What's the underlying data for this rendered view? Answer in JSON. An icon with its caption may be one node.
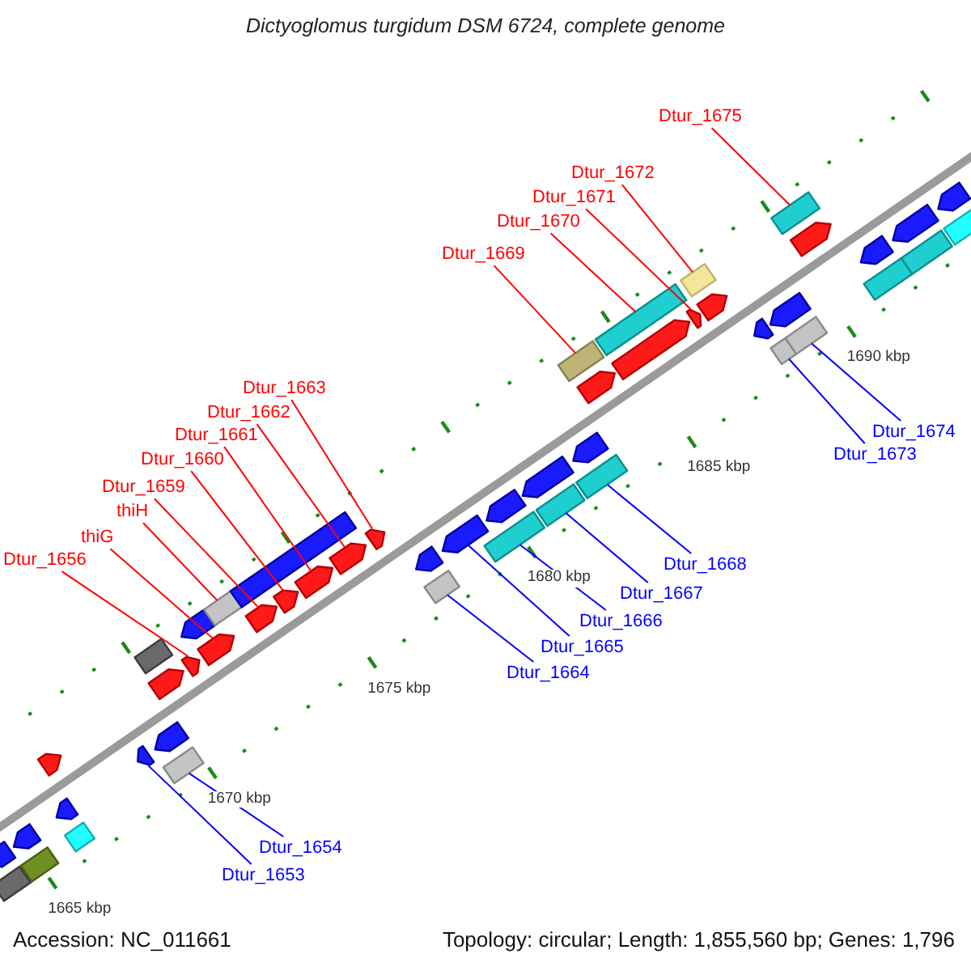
{
  "diagram": {
    "title": "Dictyoglomus turgidum DSM 6724, complete genome",
    "nodes": [
      {
        "text": [
          "Dtur_1675"
        ]
      },
      {
        "text": [
          "Dtur_1672"
        ]
      },
      {
        "text": [
          "Dtur_1671"
        ]
      },
      {
        "text": [
          "Dtur_1670"
        ]
      },
      {
        "text": [
          "Dtur_1669"
        ]
      },
      {
        "text": [
          "Dtur_1663"
        ]
      },
      {
        "text": [
          "Dtur_1662"
        ]
      },
      {
        "text": [
          "Dtur_1674"
        ]
      },
      {
        "text": [
          "Dtur_1661"
        ]
      },
      {
        "text": [
          "Dtur_1673"
        ]
      },
      {
        "text": [
          "Dtur_1660"
        ]
      },
      {
        "text": [
          "Dtur_1659"
        ]
      },
      {
        "text": [
          "thiH"
        ]
      },
      {
        "text": [
          "thiG"
        ]
      },
      {
        "text": [
          "Dtur_1656"
        ]
      },
      {
        "text": [
          "Dtur_1668"
        ]
      },
      {
        "text": [
          "Dtur_1667"
        ]
      },
      {
        "text": [
          "Dtur_1666"
        ]
      },
      {
        "text": [
          "Dtur_1665"
        ]
      },
      {
        "text": [
          "Dtur_1664"
        ]
      },
      {
        "text": [
          "Dtur_1654"
        ]
      },
      {
        "text": [
          "Dtur_1653"
        ]
      },
      {
        "text": [],
        "shape": "box"
      },
      {
        "text": [],
        "shape": "arrow"
      },
      {
        "text": [],
        "shape": "box"
      },
      {
        "text": [],
        "shape": "arrow"
      },
      {
        "text": [],
        "shape": "box"
      },
      {
        "text": [],
        "shape": "arrow"
      },
      {
        "text": [],
        "shape": "arrow"
      },
      {
        "text": [],
        "shape": "arrow"
      },
      {
        "text": [],
        "shape": "box"
      },
      {
        "text": [],
        "shape": "arrow"
      },
      {
        "text": [],
        "shape": "arrow"
      },
      {
        "text": [],
        "shape": "box"
      },
      {
        "text": [],
        "shape": "arrow"
      },
      {
        "text": [],
        "shape": "arrow"
      },
      {
        "text": [],
        "shape": "arrow"
      },
      {
        "text": [],
        "shape": "box"
      },
      {
        "text": [],
        "shape": "arrow"
      },
      {
        "text": [],
        "shape": "box"
      },
      {
        "text": [],
        "shape": "arrow"
      },
      {
        "text": [],
        "shape": "arrow"
      },
      {
        "text": [],
        "shape": "arrow"
      },
      {
        "text": [],
        "shape": "arrow"
      },
      {
        "text": [],
        "shape": "box"
      },
      {
        "text": [],
        "shape": "arrow"
      },
      {
        "text": [],
        "shape": "arrow"
      },
      {
        "text": [],
        "shape": "box"
      },
      {
        "text": [],
        "shape": "arrow"
      },
      {
        "text": [],
        "shape": "arrow"
      },
      {
        "text": [],
        "shape": "box"
      },
      {
        "text": [],
        "shape": "box"
      },
      {
        "text": [],
        "shape": "arrow"
      },
      {
        "text": [],
        "shape": "box"
      },
      {
        "text": [],
        "shape": "arrow"
      },
      {
        "text": [],
        "shape": "arrow"
      },
      {
        "text": [],
        "shape": "box"
      },
      {
        "text": [],
        "shape": "arrow"
      },
      {
        "text": [],
        "shape": "box"
      },
      {
        "text": [],
        "shape": "arrow"
      },
      {
        "text": [],
        "shape": "arrow"
      },
      {
        "text": [],
        "shape": "box"
      },
      {
        "text": [],
        "shape": "arrow"
      },
      {
        "text": [],
        "shape": "box"
      },
      {
        "text": [],
        "shape": "box"
      },
      {
        "text": [],
        "shape": "arrow"
      },
      {
        "text": [],
        "shape": "box"
      },
      {
        "text": [],
        "shape": "arrow"
      },
      {
        "text": [],
        "shape": "box"
      },
      {
        "text": [],
        "shape": "arrow"
      },
      {
        "text": [],
        "shape": "box"
      },
      {
        "text": [],
        "shape": "arrow"
      }
    ],
    "edges": [
      {
        "from": 0,
        "to": 64,
        "arrow": "none"
      },
      {
        "from": 1,
        "to": 58,
        "arrow": "none"
      },
      {
        "from": 2,
        "to": 57,
        "arrow": "none"
      },
      {
        "from": 3,
        "to": 56,
        "arrow": "none"
      },
      {
        "from": 4,
        "to": 53,
        "arrow": "none"
      },
      {
        "from": 5,
        "to": 43,
        "arrow": "none"
      },
      {
        "from": 6,
        "to": 42,
        "arrow": "none"
      },
      {
        "from": 7,
        "to": 63,
        "arrow": "none",
        "color": "#0000ff"
      },
      {
        "from": 8,
        "to": 41,
        "arrow": "none"
      },
      {
        "from": 9,
        "to": 61,
        "arrow": "none",
        "color": "#0000ff"
      },
      {
        "from": 10,
        "to": 40,
        "arrow": "none"
      },
      {
        "from": 11,
        "to": 38,
        "arrow": "none"
      },
      {
        "from": 12,
        "to": 37,
        "arrow": "none"
      },
      {
        "from": 13,
        "to": 36,
        "arrow": "none"
      },
      {
        "from": 14,
        "to": 34,
        "arrow": "none"
      },
      {
        "from": 15,
        "to": 51,
        "arrow": "none",
        "color": "#0000ff"
      },
      {
        "from": 16,
        "to": 50,
        "arrow": "none",
        "color": "#0000ff"
      },
      {
        "from": 17,
        "to": 47,
        "arrow": "none",
        "color": "#0000ff"
      },
      {
        "from": 18,
        "to": 46,
        "arrow": "none",
        "color": "#0000ff"
      },
      {
        "from": 19,
        "to": 44,
        "arrow": "none",
        "color": "#0000ff"
      },
      {
        "from": 20,
        "to": 30,
        "arrow": "none",
        "color": "#0000ff"
      },
      {
        "from": 21,
        "to": 29,
        "arrow": "none",
        "color": "#0000ff"
      }
    ],
    "labels": [
      "1665 kbp",
      "1670 kbp",
      "1675 kbp",
      "1680 kbp",
      "1685 kbp",
      "1690 kbp",
      "Accession: NC_011661",
      "Topology: circular; Length: 1,855,560 bp; Genes: 1,796"
    ]
  }
}
